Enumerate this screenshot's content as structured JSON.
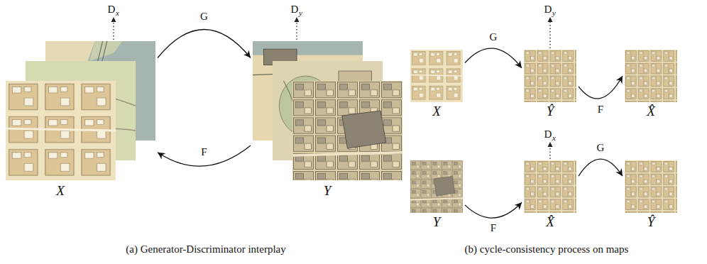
{
  "diagram": {
    "nodes": [
      {
        "text": [
          "X"
        ]
      },
      {
        "text": [
          "Y"
        ]
      },
      {
        "text": [
          "X"
        ]
      },
      {
        "text": [
          "Ŷ"
        ]
      },
      {
        "text": [
          "X̂"
        ]
      },
      {
        "text": [
          "Y"
        ]
      },
      {
        "text": [
          "X̂"
        ]
      },
      {
        "text": [
          "Ŷ"
        ]
      }
    ],
    "edges": [
      {
        "from": 0,
        "to": 1,
        "arrow": "to",
        "label": "G"
      },
      {
        "from": 1,
        "to": 0,
        "arrow": "to",
        "label": "F"
      },
      {
        "from": 2,
        "to": 3,
        "arrow": "to",
        "label": "G"
      },
      {
        "from": 3,
        "to": 4,
        "arrow": "to",
        "label": "F"
      },
      {
        "from": 5,
        "to": 6,
        "arrow": "to",
        "label": "F"
      },
      {
        "from": 6,
        "to": 7,
        "arrow": "to",
        "label": "G"
      }
    ],
    "labels": [
      "D",
      "x",
      "D",
      "y",
      "D",
      "y",
      "D",
      "x",
      "(a) Generator-Discriminator interplay",
      "(b) cycle-consistency process on maps"
    ]
  }
}
